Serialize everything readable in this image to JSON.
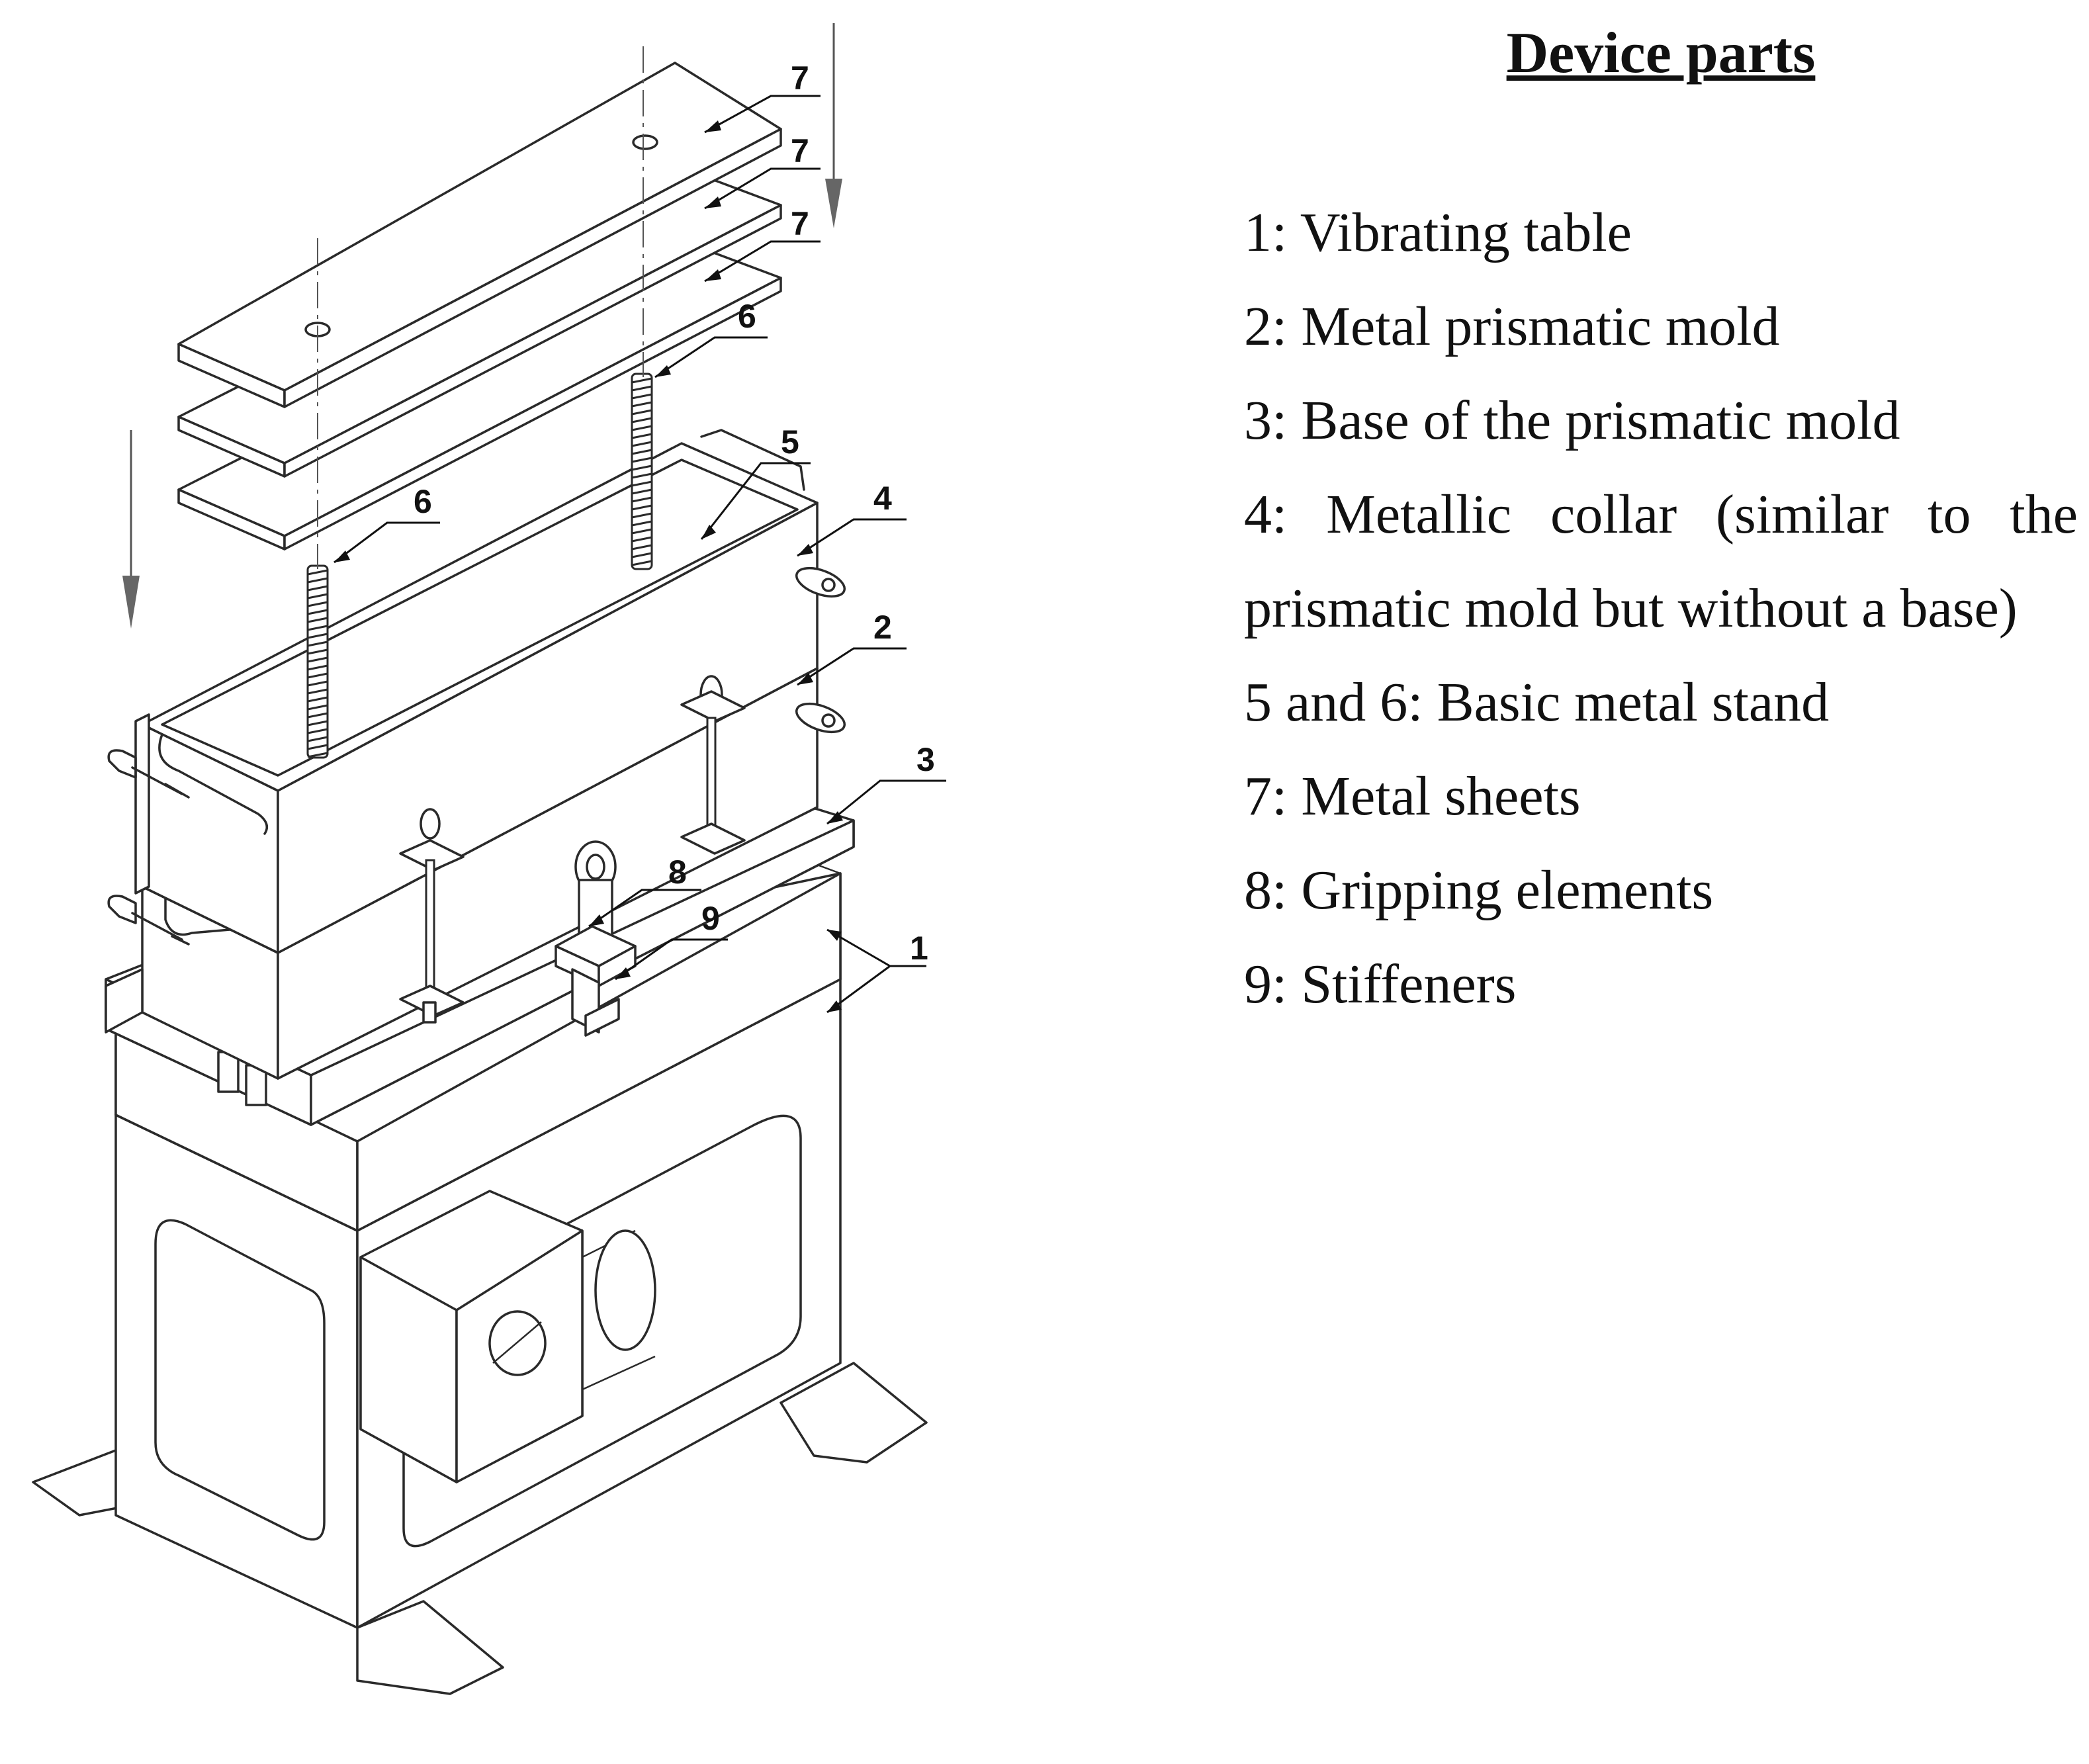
{
  "legend": {
    "title": "Device parts",
    "items": [
      "1: Vibrating table",
      "2: Metal prismatic mold",
      "3: Base of the prismatic mold",
      "4: Metallic collar (similar to the prismatic mold but without a base)",
      "5 and 6: Basic metal stand",
      "7: Metal sheets",
      "8: Gripping elements",
      "9: Stiffeners"
    ]
  },
  "callouts": {
    "sheet_top": "7",
    "sheet_middle": "7",
    "sheet_bottom": "7",
    "rod_right": "6",
    "rod_left": "6",
    "stand": "5",
    "collar": "4",
    "mold": "2",
    "mold_base": "3",
    "gripping": "8",
    "stiffener": "9",
    "table": "1"
  }
}
